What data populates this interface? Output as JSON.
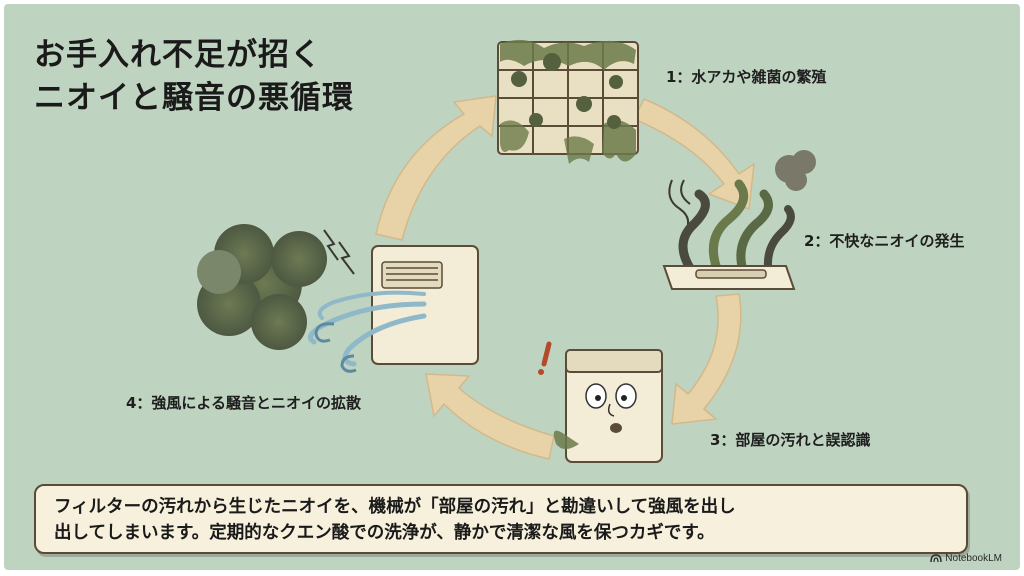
{
  "title": {
    "line1": "お手入れ不足が招く",
    "line2": "ニオイと騒音の悪循環"
  },
  "steps": [
    {
      "label": "1：水アカや雑菌の繁殖"
    },
    {
      "label": "2：不快なニオイの発生"
    },
    {
      "label": "3：部屋の汚れと誤認識"
    },
    {
      "label": "4：強風による騒音とニオイの拡散"
    }
  ],
  "note": {
    "line1": "フィルターの汚れから生じたニオイを、機械が「部屋の汚れ」と勘違いして強風を出し",
    "line2": "出してしまいます。定期的なクエン酸での洗浄が、静かで清潔な風を保つカギです。"
  },
  "brand": {
    "text": "NotebookLM",
    "icon": "notebooklm-logo-icon"
  },
  "colors": {
    "background": "#bfd3c1",
    "arrow": "#e8d3a8",
    "appliance": "#f3ecd6",
    "grime": "#6b7a4a",
    "note_bg": "#f6f0dc"
  }
}
